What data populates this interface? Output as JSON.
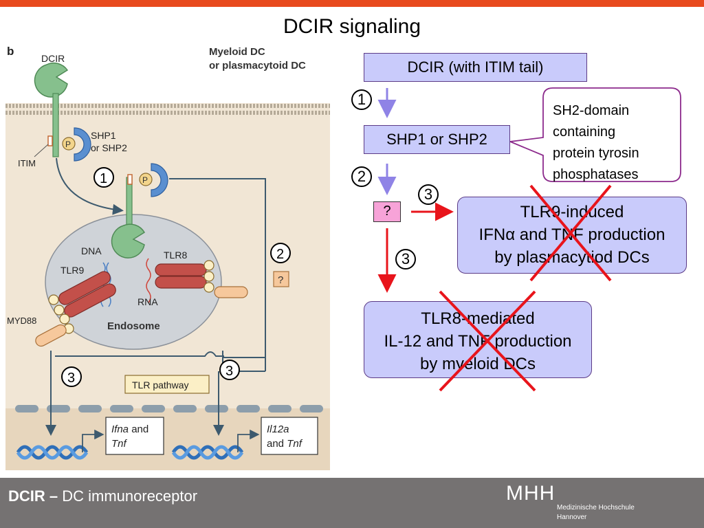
{
  "slide": {
    "title": "DCIR signaling",
    "colors": {
      "top_bar": "#e84a1e",
      "footer": "#757272",
      "flow_box_fill": "#c9cbfb",
      "question_fill": "#f7a3d8",
      "cross": "#e8141b"
    }
  },
  "figure": {
    "panel_letter": "b",
    "dcir_label": "DCIR",
    "cell_type_line1": "Myeloid DC",
    "cell_type_line2": "or plasmacytoid DC",
    "itim_label": "ITIM",
    "phospho_label": "P",
    "shp_line1": "SHP1",
    "shp_line2": "or SHP2",
    "dna_label": "DNA",
    "rna_label": "RNA",
    "tlr9_label": "TLR9",
    "tlr8_label": "TLR8",
    "endosome_label": "Endosome",
    "myd88_label": "MYD88",
    "tlr_pathway_label": "TLR pathway",
    "question_label": "?",
    "gene1_italic": "Ifna",
    "gene1_connector": " and",
    "gene1_line2": "Tnf",
    "gene2_italic": "Il12a",
    "gene2_line2": "and ",
    "gene2_line2_italic": "Tnf",
    "step1": "1",
    "step2": "2",
    "step3a": "3",
    "step3b": "3"
  },
  "flow": {
    "box_dcir": "DCIR (with ITIM tail)",
    "box_shp": "SHP1 or SHP2",
    "box_question": "?",
    "box_tlr9_line1": "TLR9-induced",
    "box_tlr9_line2": "IFNα and TNF production",
    "box_tlr9_line3": "by plasmacytiod DCs",
    "box_tlr8_line1": "TLR8-mediated",
    "box_tlr8_line2": "IL-12 and TNF production",
    "box_tlr8_line3": "by myeloid DCs",
    "callout_line1": "SH2-domain",
    "callout_line2": "containing",
    "callout_line3": "protein tyrosin",
    "callout_line4": "phosphatases",
    "step1": "1",
    "step2": "2",
    "step3_right": "3",
    "step3_down": "3"
  },
  "footer": {
    "abbr": "DCIR –",
    "expansion": " DC immunoreceptor",
    "logo_mark": "MHH",
    "logo_line1": "Medizinische Hochschule",
    "logo_line2": "Hannover"
  }
}
